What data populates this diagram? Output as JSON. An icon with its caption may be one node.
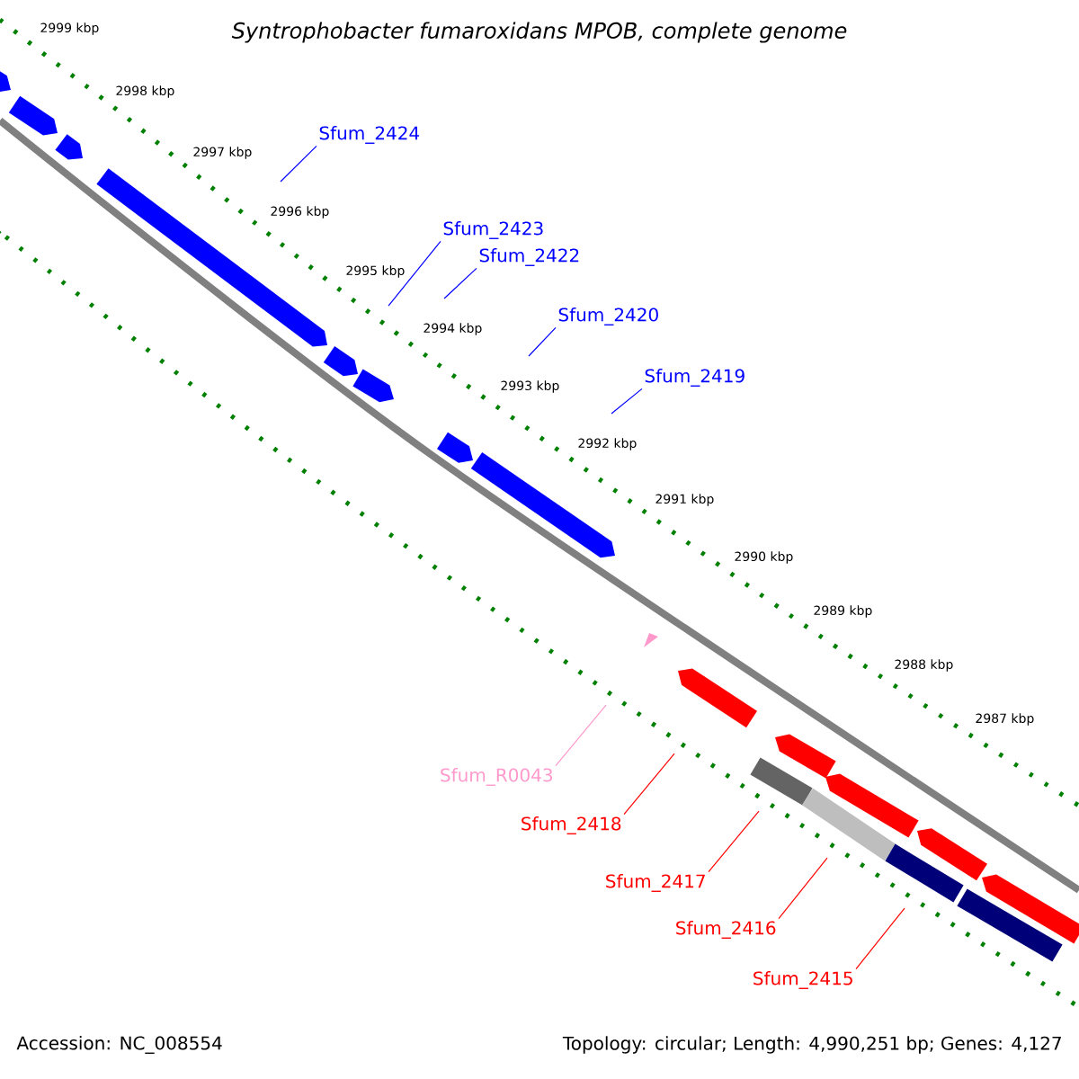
{
  "diagram": {
    "title": "Syntrophobacter fumaroxidans MPOB, complete genome",
    "nodes": [
      {
        "text": [
          "Sfum_2424"
        ]
      },
      {
        "text": [
          "Sfum_2423"
        ]
      },
      {
        "text": [
          "Sfum_2422"
        ]
      },
      {
        "text": [
          "Sfum_2420"
        ]
      },
      {
        "text": [
          "Sfum_2419"
        ]
      },
      {
        "text": [
          "Sfum_R0043"
        ]
      },
      {
        "text": [
          "Sfum_2418"
        ]
      },
      {
        "text": [
          "Sfum_2417"
        ]
      },
      {
        "text": [
          "Sfum_2416"
        ]
      },
      {
        "text": [
          "Sfum_2415"
        ]
      }
    ],
    "edges": [
      {
        "from": 0,
        "to": null,
        "arrow": "none"
      },
      {
        "from": 1,
        "to": null,
        "arrow": "none"
      },
      {
        "from": 2,
        "to": null,
        "arrow": "none"
      },
      {
        "from": 3,
        "to": null,
        "arrow": "none"
      },
      {
        "from": 4,
        "to": null,
        "arrow": "none"
      },
      {
        "from": 5,
        "to": null,
        "arrow": "none",
        "color": "#ff99cc"
      },
      {
        "from": 6,
        "to": null,
        "arrow": "none",
        "color": "#ff0000"
      },
      {
        "from": 7,
        "to": null,
        "arrow": "none",
        "color": "#ff0000"
      },
      {
        "from": 8,
        "to": null,
        "arrow": "none",
        "color": "#ff0000"
      },
      {
        "from": 9,
        "to": null,
        "arrow": "none",
        "color": "#ff0000"
      }
    ],
    "labels": [
      "2999 kbp",
      "2998 kbp",
      "2997 kbp",
      "2996 kbp",
      "2995 kbp",
      "2994 kbp",
      "2993 kbp",
      "2992 kbp",
      "2991 kbp",
      "2990 kbp",
      "2989 kbp",
      "2988 kbp",
      "2987 kbp",
      "Accession: NC_008554",
      "Topology: circular; Length: 4,990,251 bp; Genes: 4,127"
    ]
  }
}
